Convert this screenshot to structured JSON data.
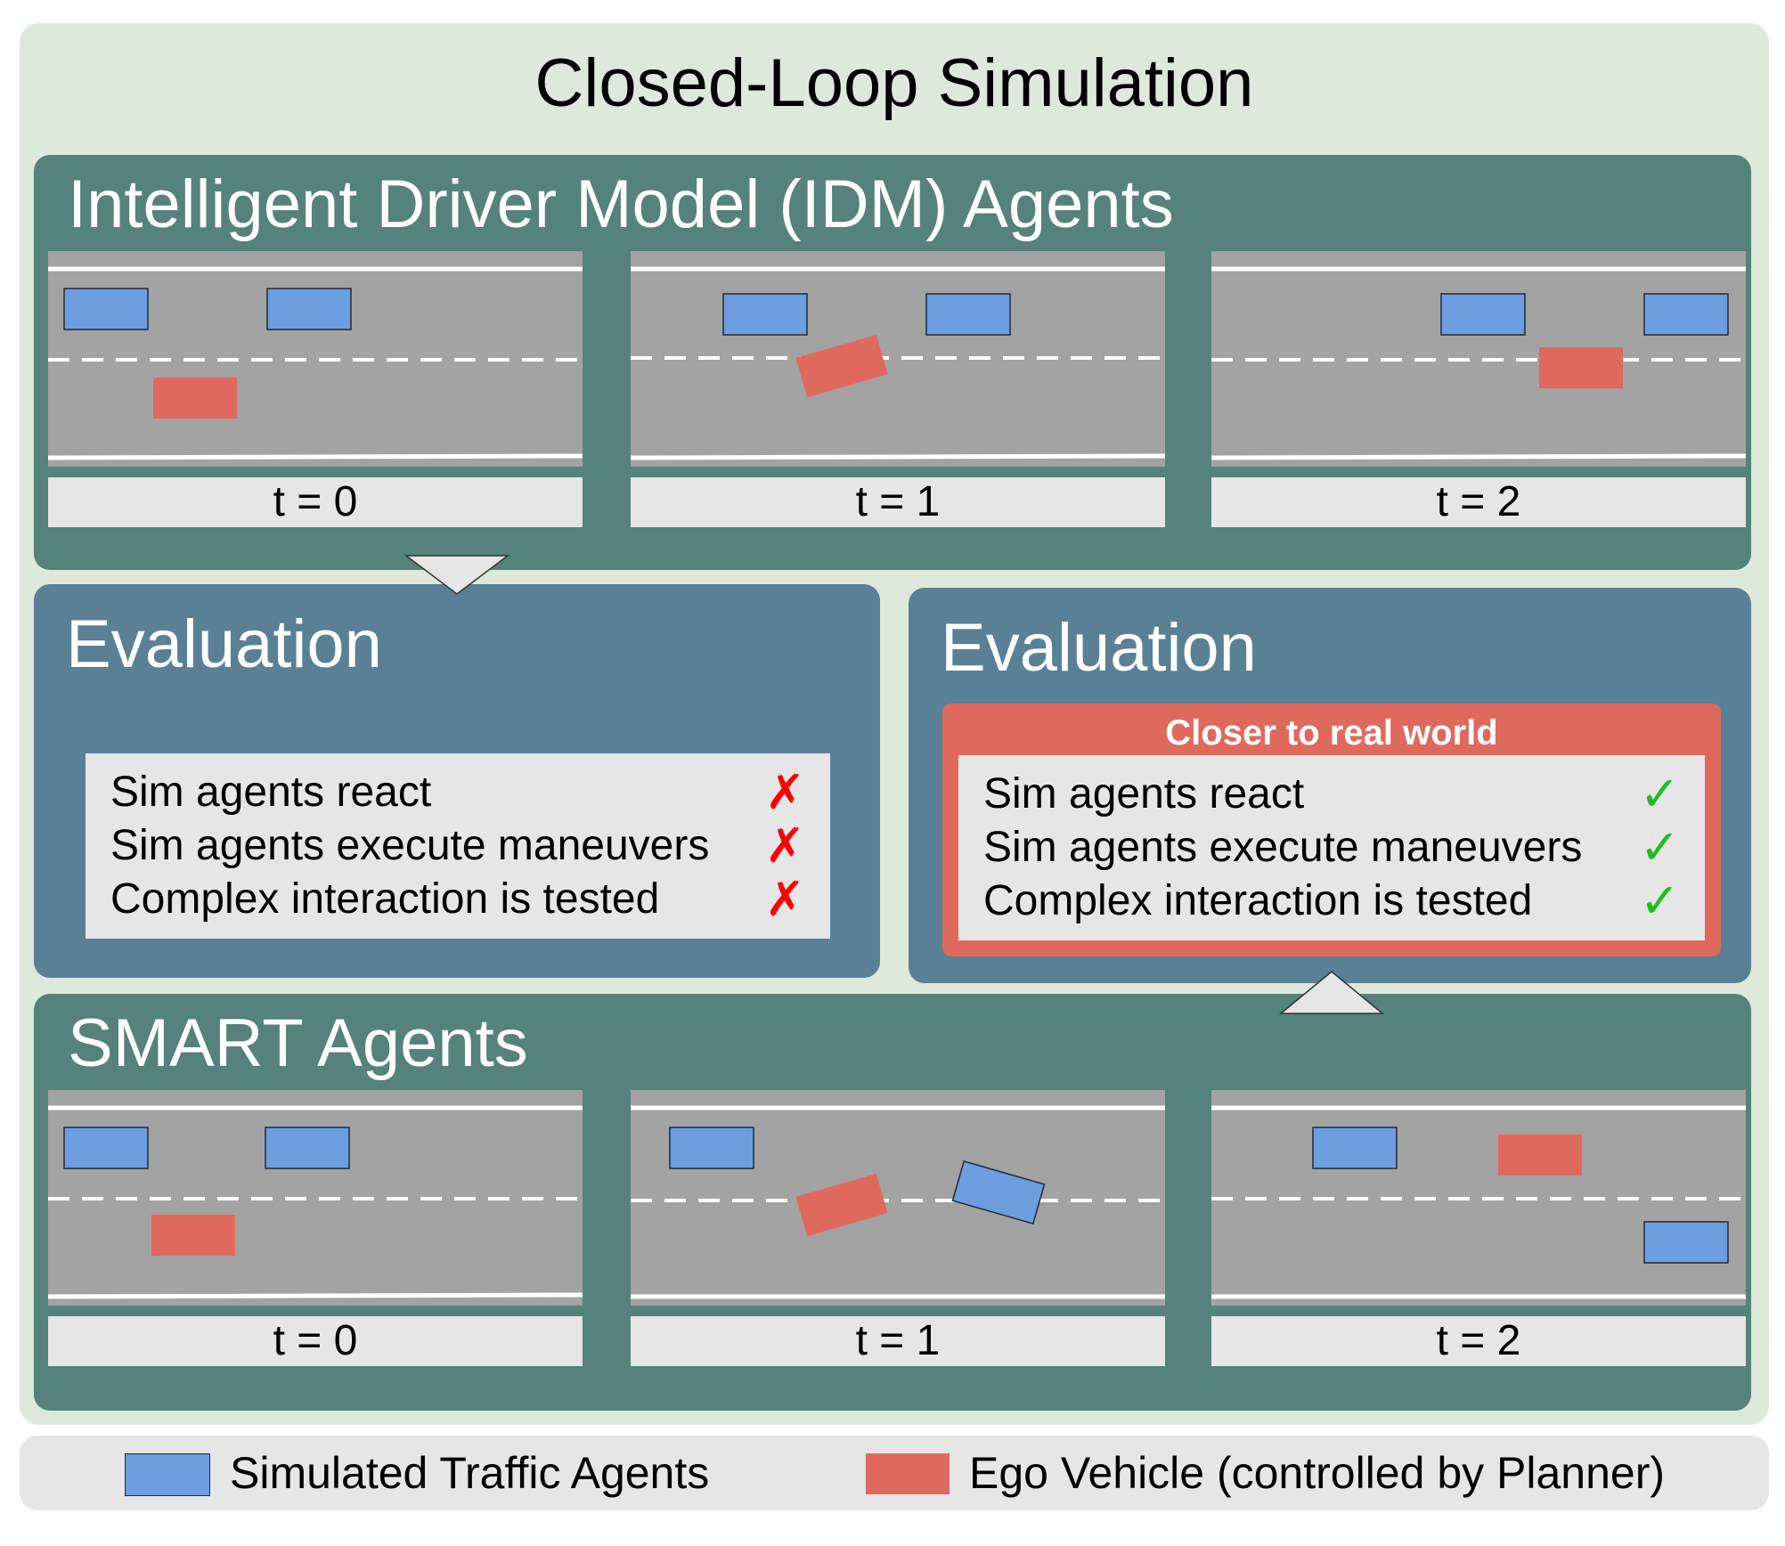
{
  "title": "Closed-Loop Simulation",
  "colors": {
    "background": "#dce9db",
    "panel_green": "#55827b",
    "panel_blue": "#5a8096",
    "road": "#a3a3a3",
    "simulated_agent": "#6d9ee0",
    "ego_vehicle": "#e0695d",
    "cross_mark": "#ff0000",
    "check_mark": "#22bb22"
  },
  "idm_panel": {
    "title": "Intelligent Driver Model (IDM) Agents",
    "frames": [
      {
        "label": "t = 0"
      },
      {
        "label": "t = 1"
      },
      {
        "label": "t = 2"
      }
    ]
  },
  "smart_panel": {
    "title": "SMART Agents",
    "frames": [
      {
        "label": "t = 0"
      },
      {
        "label": "t = 1"
      },
      {
        "label": "t = 2"
      }
    ]
  },
  "evaluation_left": {
    "title": "Evaluation",
    "items": [
      {
        "text": "Sim agents react",
        "mark": "✗",
        "icon": "cross-icon"
      },
      {
        "text": "Sim agents execute maneuvers",
        "mark": "✗",
        "icon": "cross-icon"
      },
      {
        "text": "Complex interaction is tested",
        "mark": "✗",
        "icon": "cross-icon"
      }
    ]
  },
  "evaluation_right": {
    "title": "Evaluation",
    "highlight": "Closer to real world",
    "items": [
      {
        "text": "Sim agents react",
        "mark": "✓",
        "icon": "check-icon"
      },
      {
        "text": "Sim agents execute maneuvers",
        "mark": "✓",
        "icon": "check-icon"
      },
      {
        "text": "Complex interaction is tested",
        "mark": "✓",
        "icon": "check-icon"
      }
    ]
  },
  "legend": {
    "simulated": "Simulated Traffic Agents",
    "ego": "Ego Vehicle (controlled by Planner)"
  }
}
